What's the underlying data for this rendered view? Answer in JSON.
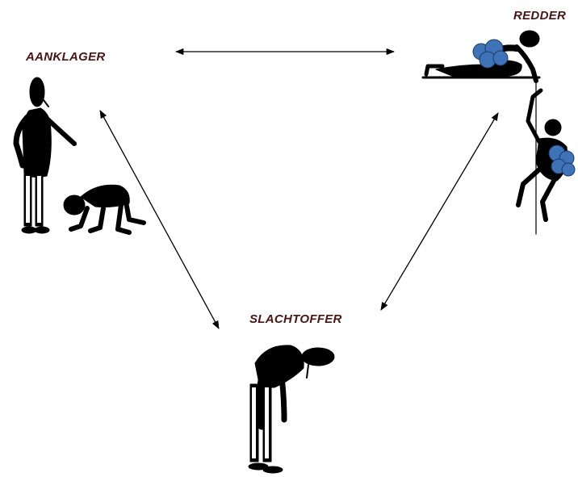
{
  "roles": {
    "accuser": "AANKLAGER",
    "rescuer": "REDDER",
    "victim": "SLACHTOFFER"
  },
  "colors": {
    "label": "#4a1414",
    "figure": "#000000",
    "backpack": "#3f73b8",
    "arrow": "#000000"
  },
  "icons": [
    "accusing-figure-icon",
    "crawling-figure-icon",
    "climber-rescuer-icon",
    "climber-rescued-icon",
    "slumped-victim-icon"
  ]
}
